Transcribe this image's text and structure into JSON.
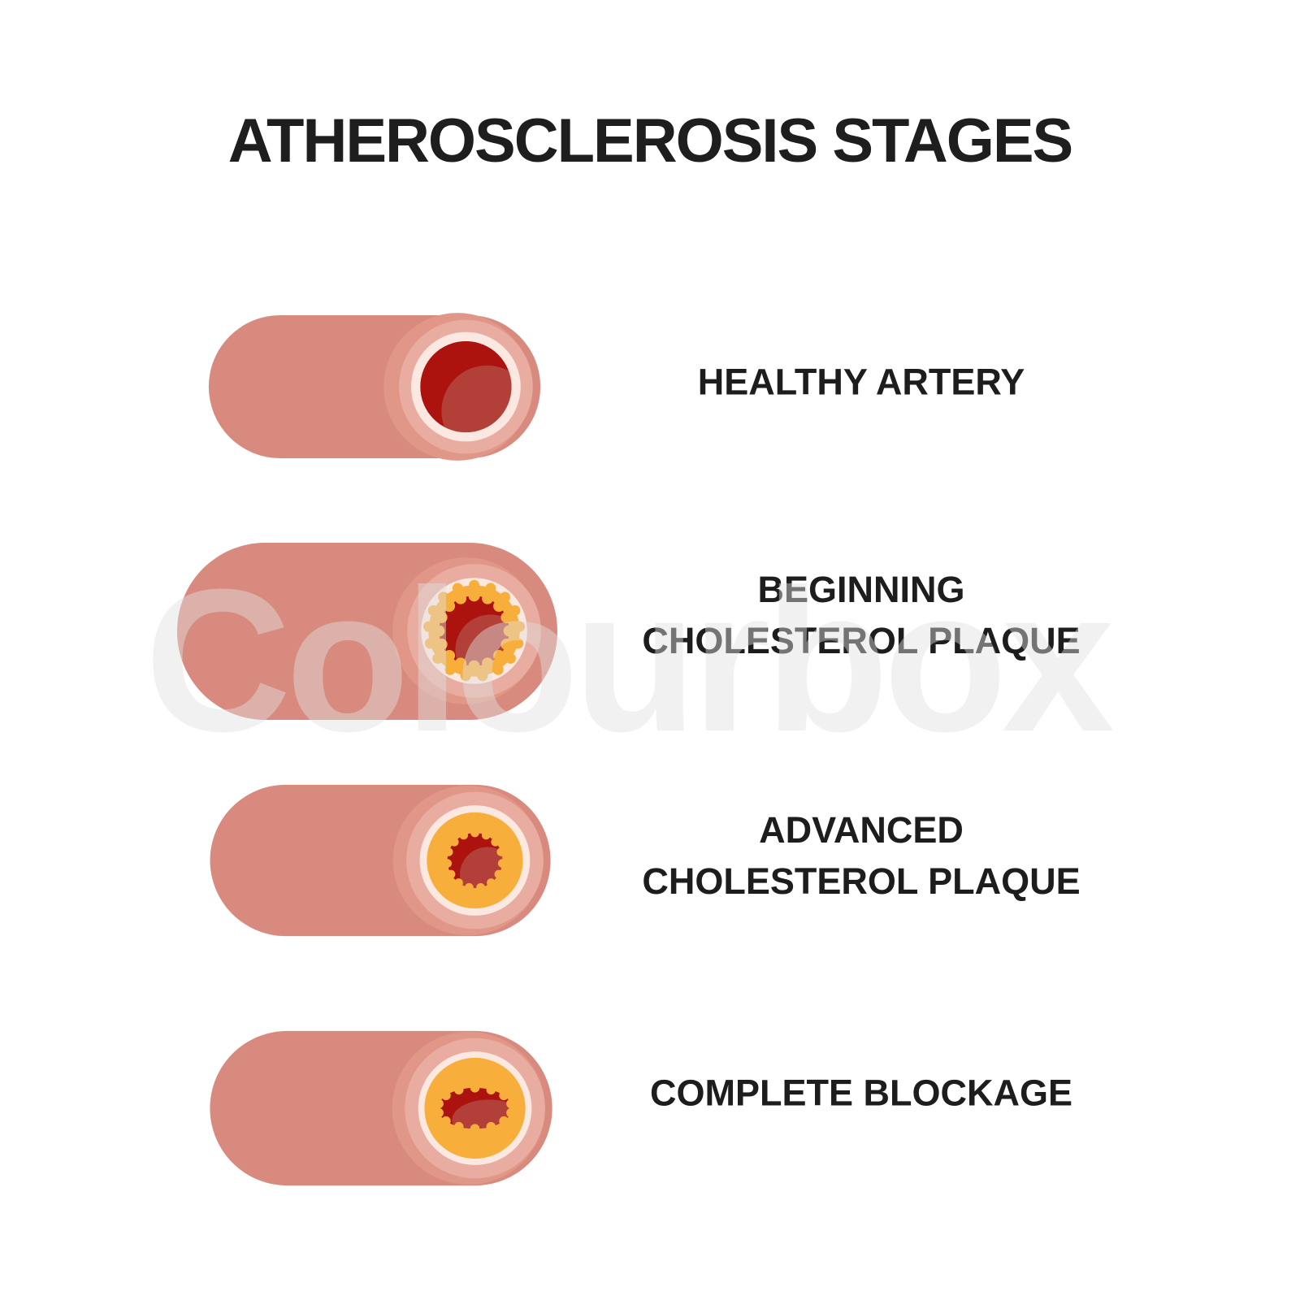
{
  "title": "ATHEROSCLEROSIS STAGES",
  "watermark": "Colourbox",
  "colors": {
    "background": "#ffffff",
    "heading_text": "#1e1e1e",
    "label_text": "#1d1d1d",
    "artery_body": "#d98a7e",
    "artery_body_halo": "#e09788",
    "wall_outer_ring": "#e9aca0",
    "wall_inner_ring": "#fbe8e0",
    "plaque_yellow": "#f8ae3b",
    "lumen_dark_red": "#ac120e",
    "lumen_light_red": "#b23f38",
    "watermark_gray": "rgba(225,225,225,0.45)"
  },
  "stages": [
    {
      "id": "healthy-artery",
      "label_lines": [
        "HEALTHY ARTERY"
      ]
    },
    {
      "id": "beginning-cholesterol-plaque",
      "label_lines": [
        "BEGINNING",
        "CHOLESTEROL PLAQUE"
      ]
    },
    {
      "id": "advanced-cholesterol-plaque",
      "label_lines": [
        "ADVANCED",
        "CHOLESTEROL PLAQUE"
      ]
    },
    {
      "id": "complete-blockage",
      "label_lines": [
        "COMPLETE BLOCKAGE"
      ]
    }
  ]
}
